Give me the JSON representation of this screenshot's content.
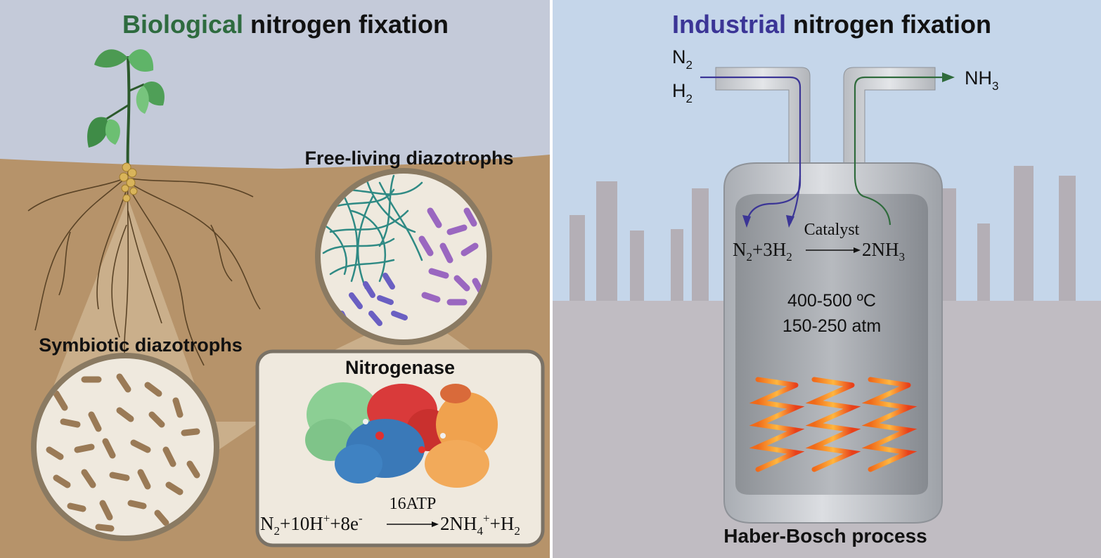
{
  "left_panel": {
    "title_word_1": "Biological",
    "title_word_2": "nitrogen fixation",
    "label_free_living": "Free-living diazotrophs",
    "label_symbiotic": "Symbiotic diazotrophs",
    "nitrogenase": {
      "title": "Nitrogenase",
      "eq_lhs": {
        "n": "N",
        "n_sub": "2",
        "h": "+10H",
        "h_sup": "+",
        "e": "+8e",
        "e_sup": "-"
      },
      "eq_arrow_label": "16ATP",
      "eq_rhs": {
        "nh": "2NH",
        "nh_sub": "4",
        "nh_sup": "+",
        "h": "+H",
        "h_sub": "2"
      }
    }
  },
  "right_panel": {
    "title_word_1": "Industrial",
    "title_word_2": "nitrogen fixation",
    "inputs": [
      {
        "base": "N",
        "sub": "2"
      },
      {
        "base": "H",
        "sub": "2"
      }
    ],
    "output": {
      "base": "NH",
      "sub": "3"
    },
    "reaction": {
      "catalyst": "Catalyst",
      "lhs": {
        "n": "N",
        "n_sub": "2",
        "h": "+3H",
        "h_sub": "2"
      },
      "rhs": {
        "nh": "2NH",
        "nh_sub": "3"
      }
    },
    "conditions": {
      "temperature": "400-500 ºC",
      "pressure": "150-250 atm"
    },
    "process_label": "Haber-Bosch process"
  },
  "colors": {
    "biological": "#2e6b3f",
    "industrial": "#3b3596",
    "sky_left": "#c4cad9",
    "soil": "#b6936a",
    "sky_right": "#c5d6ea",
    "ground_right": "#c0bcc2",
    "factory": "#b4afb6",
    "flow_in": "#3b3596",
    "flow_out": "#2f6b3c"
  }
}
